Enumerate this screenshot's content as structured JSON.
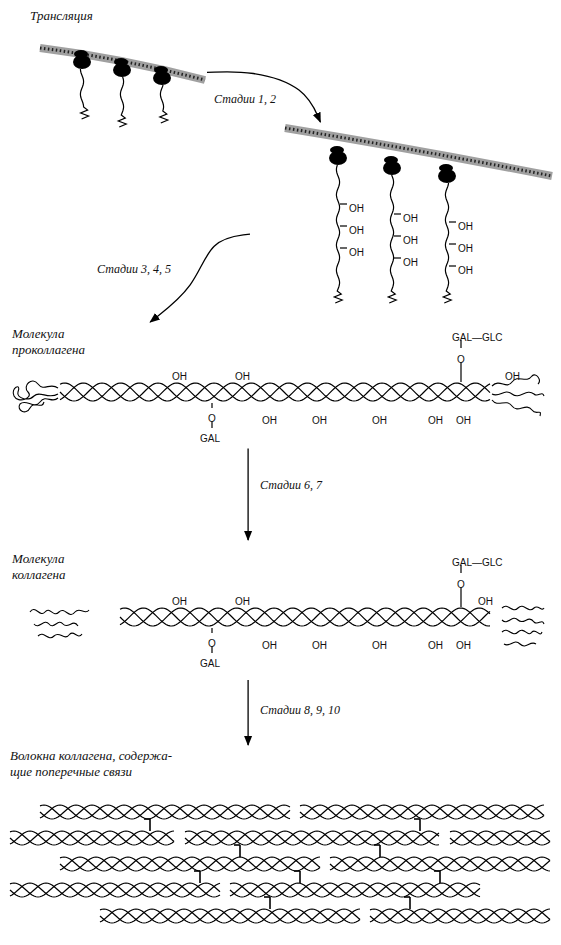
{
  "diagram": {
    "nodes": [
      {
        "text": [
          "Трансляция"
        ]
      },
      {
        "text": [
          "OH",
          "OH",
          "OH",
          "OH",
          "OH",
          "OH",
          "OH",
          "OH",
          "OH"
        ]
      },
      {
        "text": [
          "Молекула проколлагена",
          "OH",
          "OH",
          "GAL—GLC",
          "O",
          "OH",
          "O",
          "GAL",
          "OH",
          "OH",
          "OH",
          "OH",
          "OH"
        ]
      },
      {
        "text": [
          "Молекула коллагена",
          "OH",
          "OH",
          "GAL—GLC",
          "O",
          "OH",
          "O",
          "GAL",
          "OH",
          "OH",
          "OH",
          "OH",
          "OH"
        ]
      },
      {
        "text": [
          "Волокна коллагена, содержа- щие поперечные связи"
        ]
      }
    ],
    "edges": [
      {
        "from": 0,
        "to": 1,
        "label": "Стадии 1, 2",
        "arrow": "to"
      },
      {
        "from": 1,
        "to": 2,
        "label": "Стадии 3, 4, 5",
        "arrow": "to"
      },
      {
        "from": 2,
        "to": 3,
        "label": "Стадии 6, 7",
        "arrow": "to"
      },
      {
        "from": 3,
        "to": 4,
        "label": "Стадии 8, 9, 10",
        "arrow": "to"
      }
    ]
  }
}
